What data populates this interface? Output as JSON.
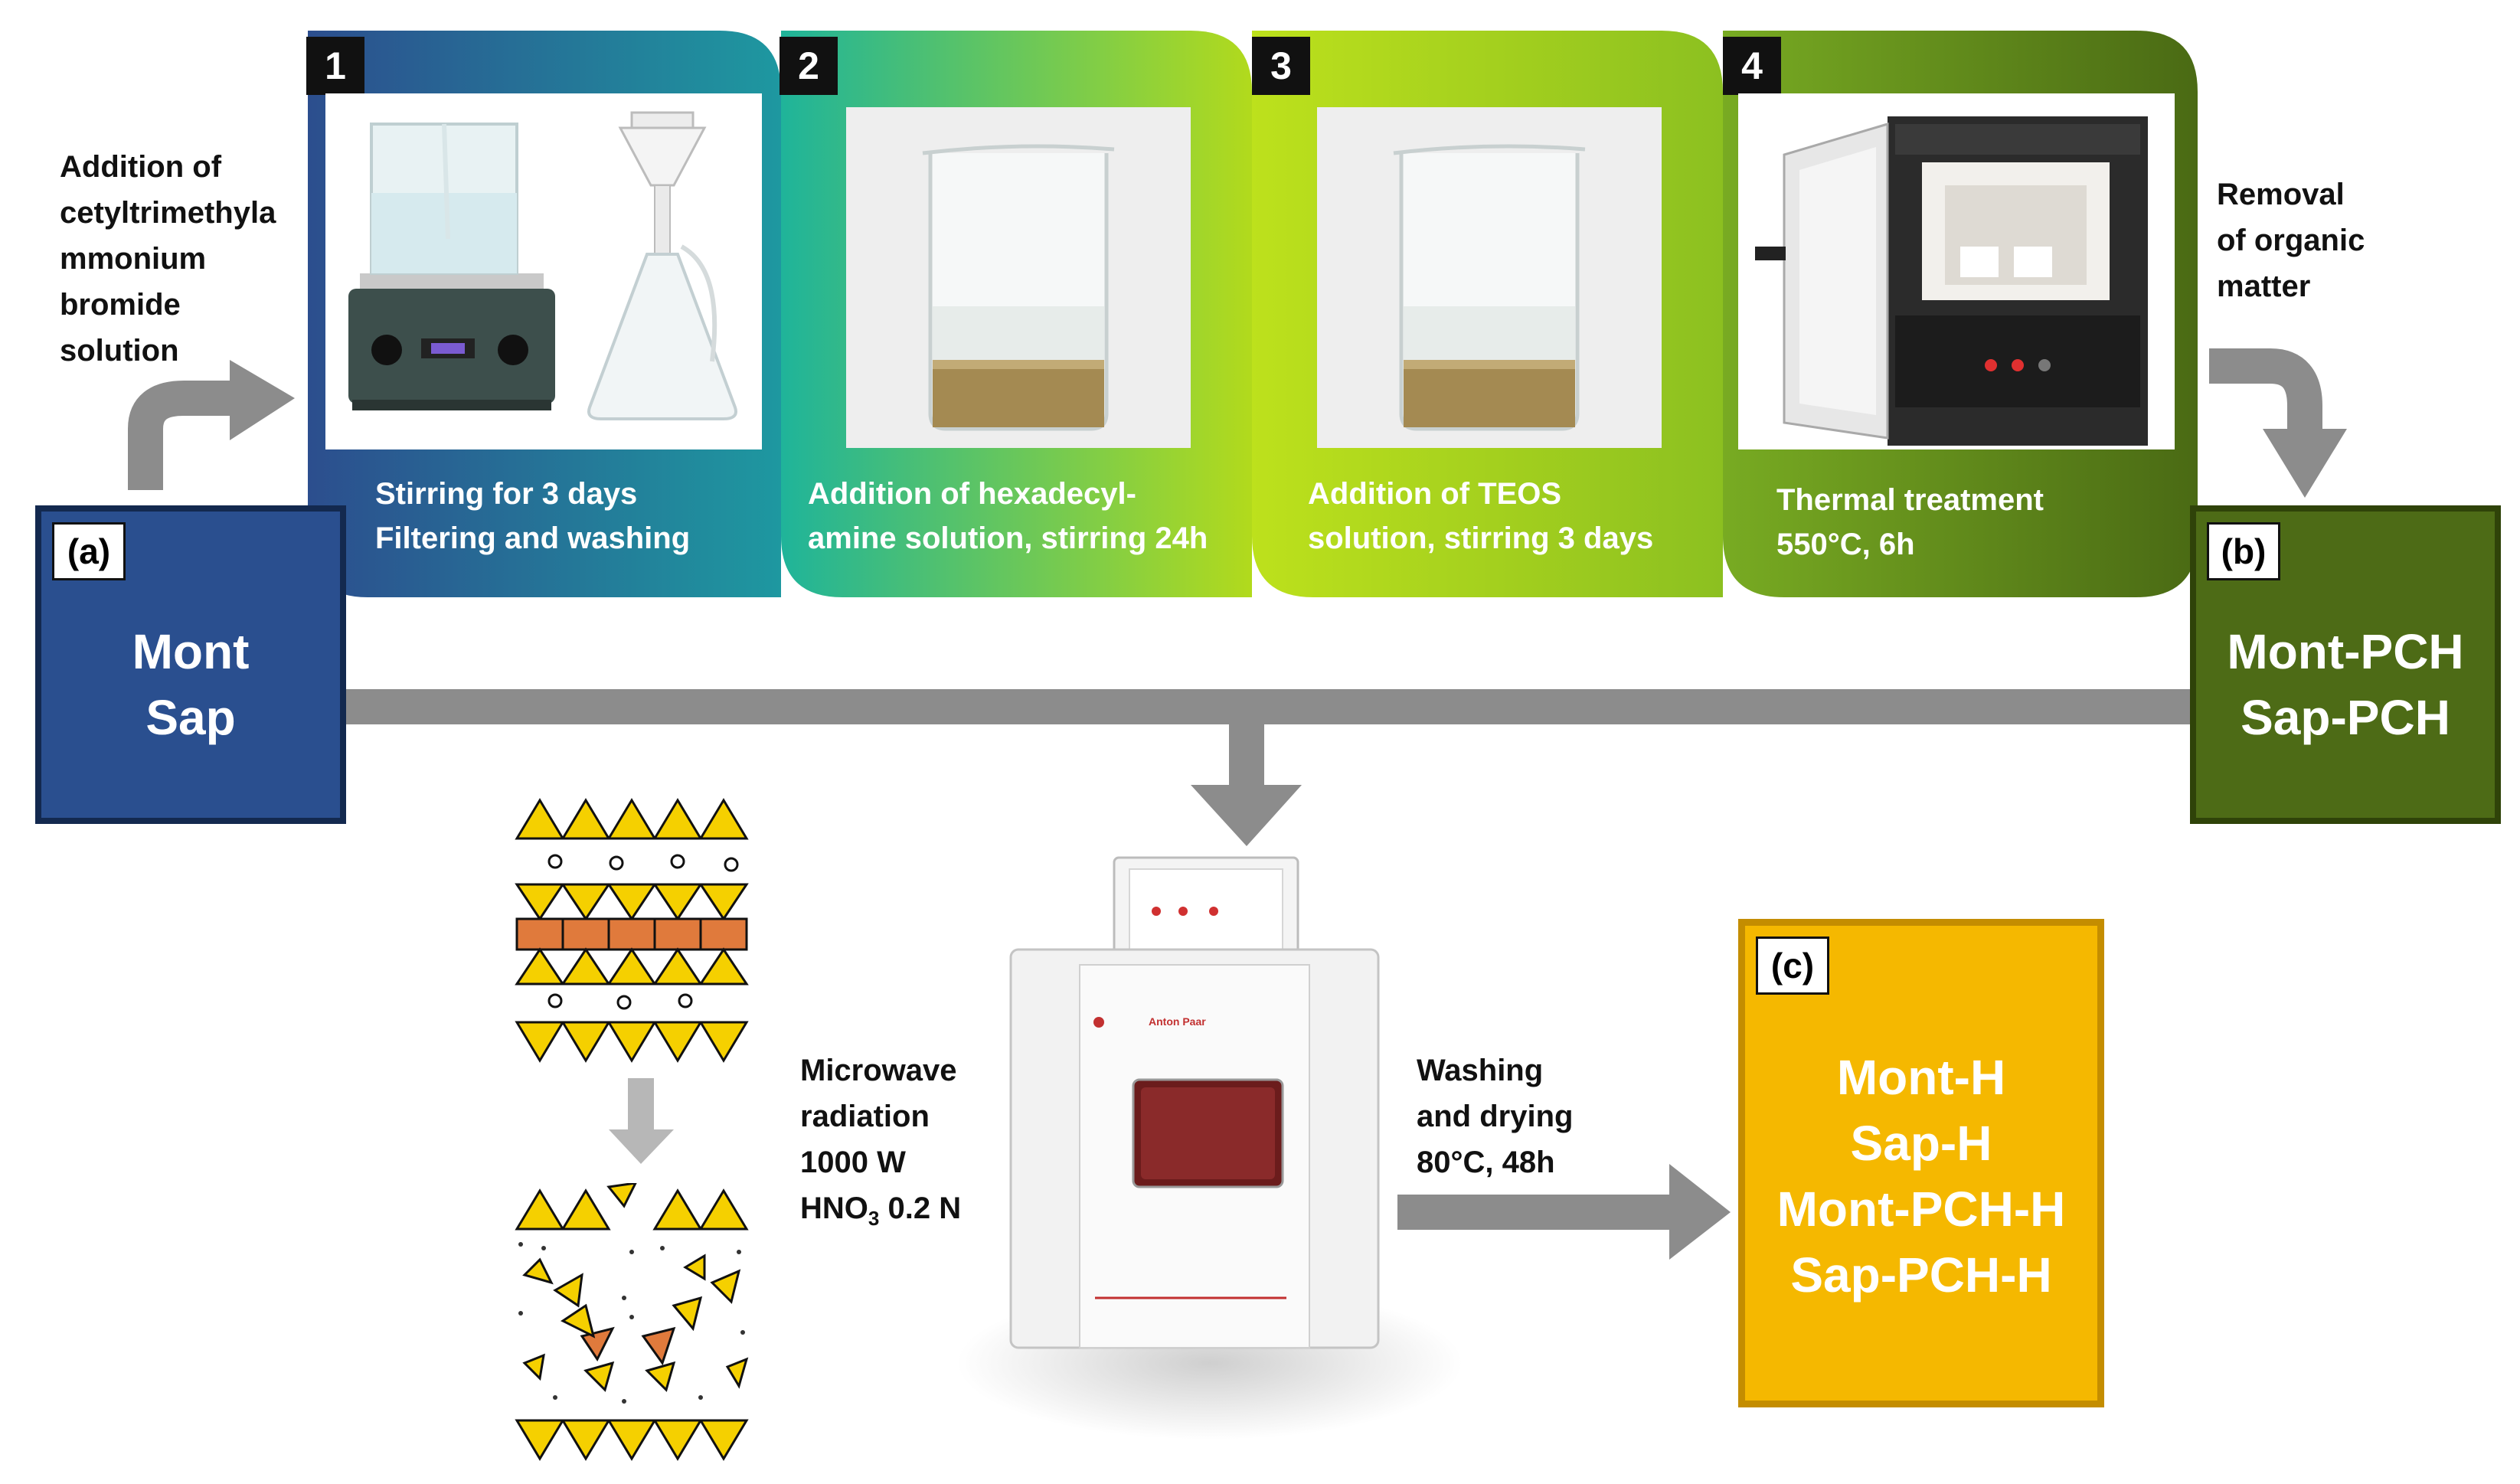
{
  "left_note": [
    "Addition of",
    "cetyltrimethyla",
    "mmonium",
    "bromide",
    "solution"
  ],
  "right_note": [
    "Removal",
    "of organic",
    "matter"
  ],
  "steps": [
    {
      "num": "1",
      "caption": [
        "Stirring for 3 days",
        "Filtering and washing"
      ]
    },
    {
      "num": "2",
      "caption": [
        "Addition of hexadecyl-",
        "amine solution, stirring 24h"
      ]
    },
    {
      "num": "3",
      "caption": [
        "Addition of TEOS",
        "solution, stirring 3 days"
      ]
    },
    {
      "num": "4",
      "caption": [
        "Thermal treatment",
        "550°C, 6h"
      ]
    }
  ],
  "box_a": {
    "label": "(a)",
    "lines": [
      "Mont",
      "Sap"
    ],
    "color": "#2a4f8f"
  },
  "box_b": {
    "label": "(b)",
    "lines": [
      "Mont-PCH",
      "Sap-PCH"
    ],
    "color": "#4d6b16"
  },
  "box_c": {
    "label": "(c)",
    "lines": [
      "Mont-H",
      "Sap-H",
      "Mont-PCH-H",
      "Sap-PCH-H"
    ],
    "color": "#f5b800"
  },
  "microwave_note": {
    "l1": "Microwave",
    "l2": "radiation",
    "l3": "1000 W",
    "l4_main": "HNO",
    "l4_sub": "3",
    "l4_tail": " 0.2 N"
  },
  "microwave_brand": "Anton Paar",
  "wash_note": [
    "Washing",
    "and drying",
    "80°C, 48h"
  ],
  "colors": {
    "arrow": "#8c8c8c",
    "tetra": "#f5d000",
    "octa": "#e07a3c"
  }
}
